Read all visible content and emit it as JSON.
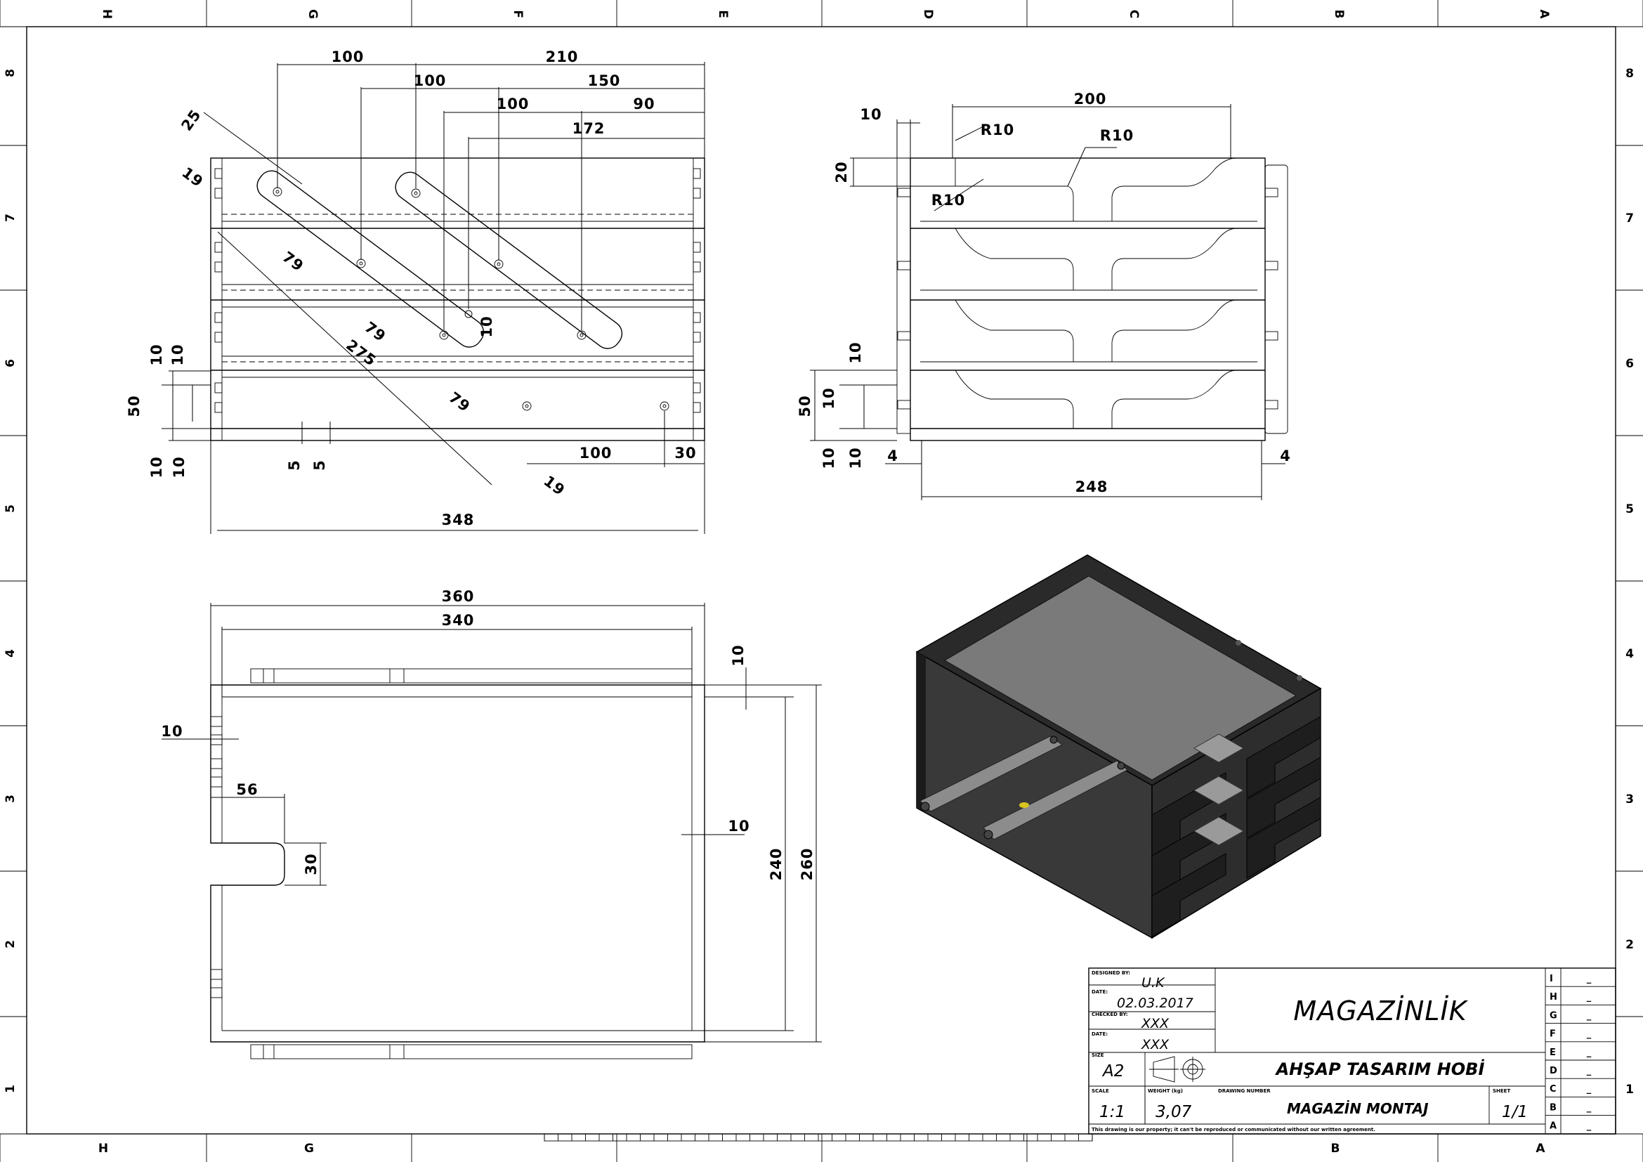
{
  "zones": {
    "columns": [
      "H",
      "G",
      "F",
      "E",
      "D",
      "C",
      "B",
      "A"
    ],
    "columns_bottom": [
      "H",
      "G",
      "B",
      "A"
    ],
    "rows": [
      "8",
      "7",
      "6",
      "5",
      "4",
      "3",
      "2",
      "1"
    ]
  },
  "top_view": {
    "dims": [
      "100",
      "210",
      "100",
      "150",
      "100",
      "90",
      "172",
      "25",
      "19",
      "79",
      "79",
      "275",
      "79",
      "10",
      "10",
      "10",
      "50",
      "10",
      "10",
      "5",
      "5",
      "100",
      "30",
      "19",
      "348"
    ]
  },
  "side_view": {
    "dims": [
      "200",
      "10",
      "R10",
      "R10",
      "20",
      "R10",
      "10",
      "50",
      "10",
      "10",
      "10",
      "4",
      "4",
      "248"
    ]
  },
  "front_view": {
    "dims": [
      "360",
      "340",
      "10",
      "10",
      "56",
      "30",
      "10",
      "240",
      "260"
    ]
  },
  "title_block": {
    "designed_by_label": "DESIGNED BY:",
    "designed_by": "U.K",
    "date_label": "DATE:",
    "date": "02.03.2017",
    "checked_by_label": "CHECKED BY:",
    "checked_by": "XXX",
    "date2_label": "DATE:",
    "date2": "XXX",
    "size_label": "SIZE",
    "size": "A2",
    "scale_label": "SCALE",
    "scale": "1:1",
    "weight_label": "WEIGHT (kg)",
    "weight": "3,07",
    "drawing_number_label": "DRAWING NUMBER",
    "drawing_number": "MAGAZİN MONTAJ",
    "sheet_label": "SHEET",
    "sheet": "1/1",
    "title": "MAGAZİNLİK",
    "company": "AHŞAP TASARIM HOBİ",
    "note": "This drawing is our property; it can't be reproduced or communicated without our written agreement.",
    "revisions": [
      "I",
      "H",
      "G",
      "F",
      "E",
      "D",
      "C",
      "B",
      "A"
    ],
    "revision_value": "_"
  }
}
